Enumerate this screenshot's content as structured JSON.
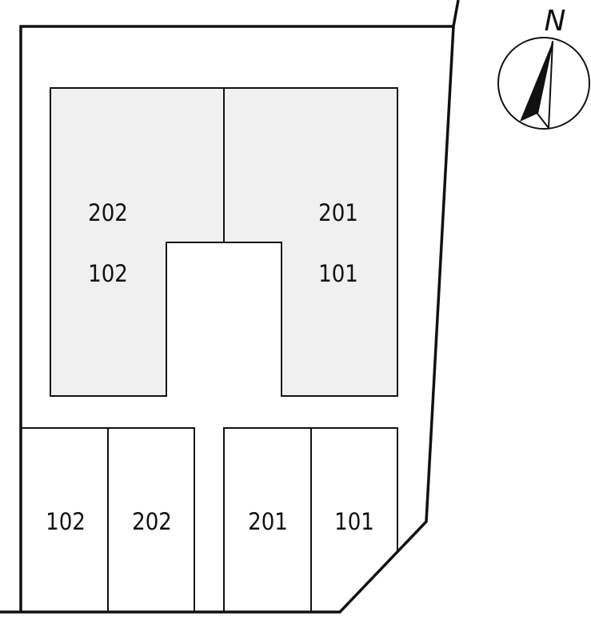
{
  "compass": {
    "north_label": "N"
  },
  "building": {
    "units": [
      {
        "upper": "202",
        "lower": "102"
      },
      {
        "upper": "201",
        "lower": "101"
      }
    ]
  },
  "parking": {
    "spaces": [
      "102",
      "202",
      "201",
      "101"
    ]
  },
  "colors": {
    "building_fill": "#f0f0f0",
    "line": "#111111",
    "background": "#ffffff"
  }
}
